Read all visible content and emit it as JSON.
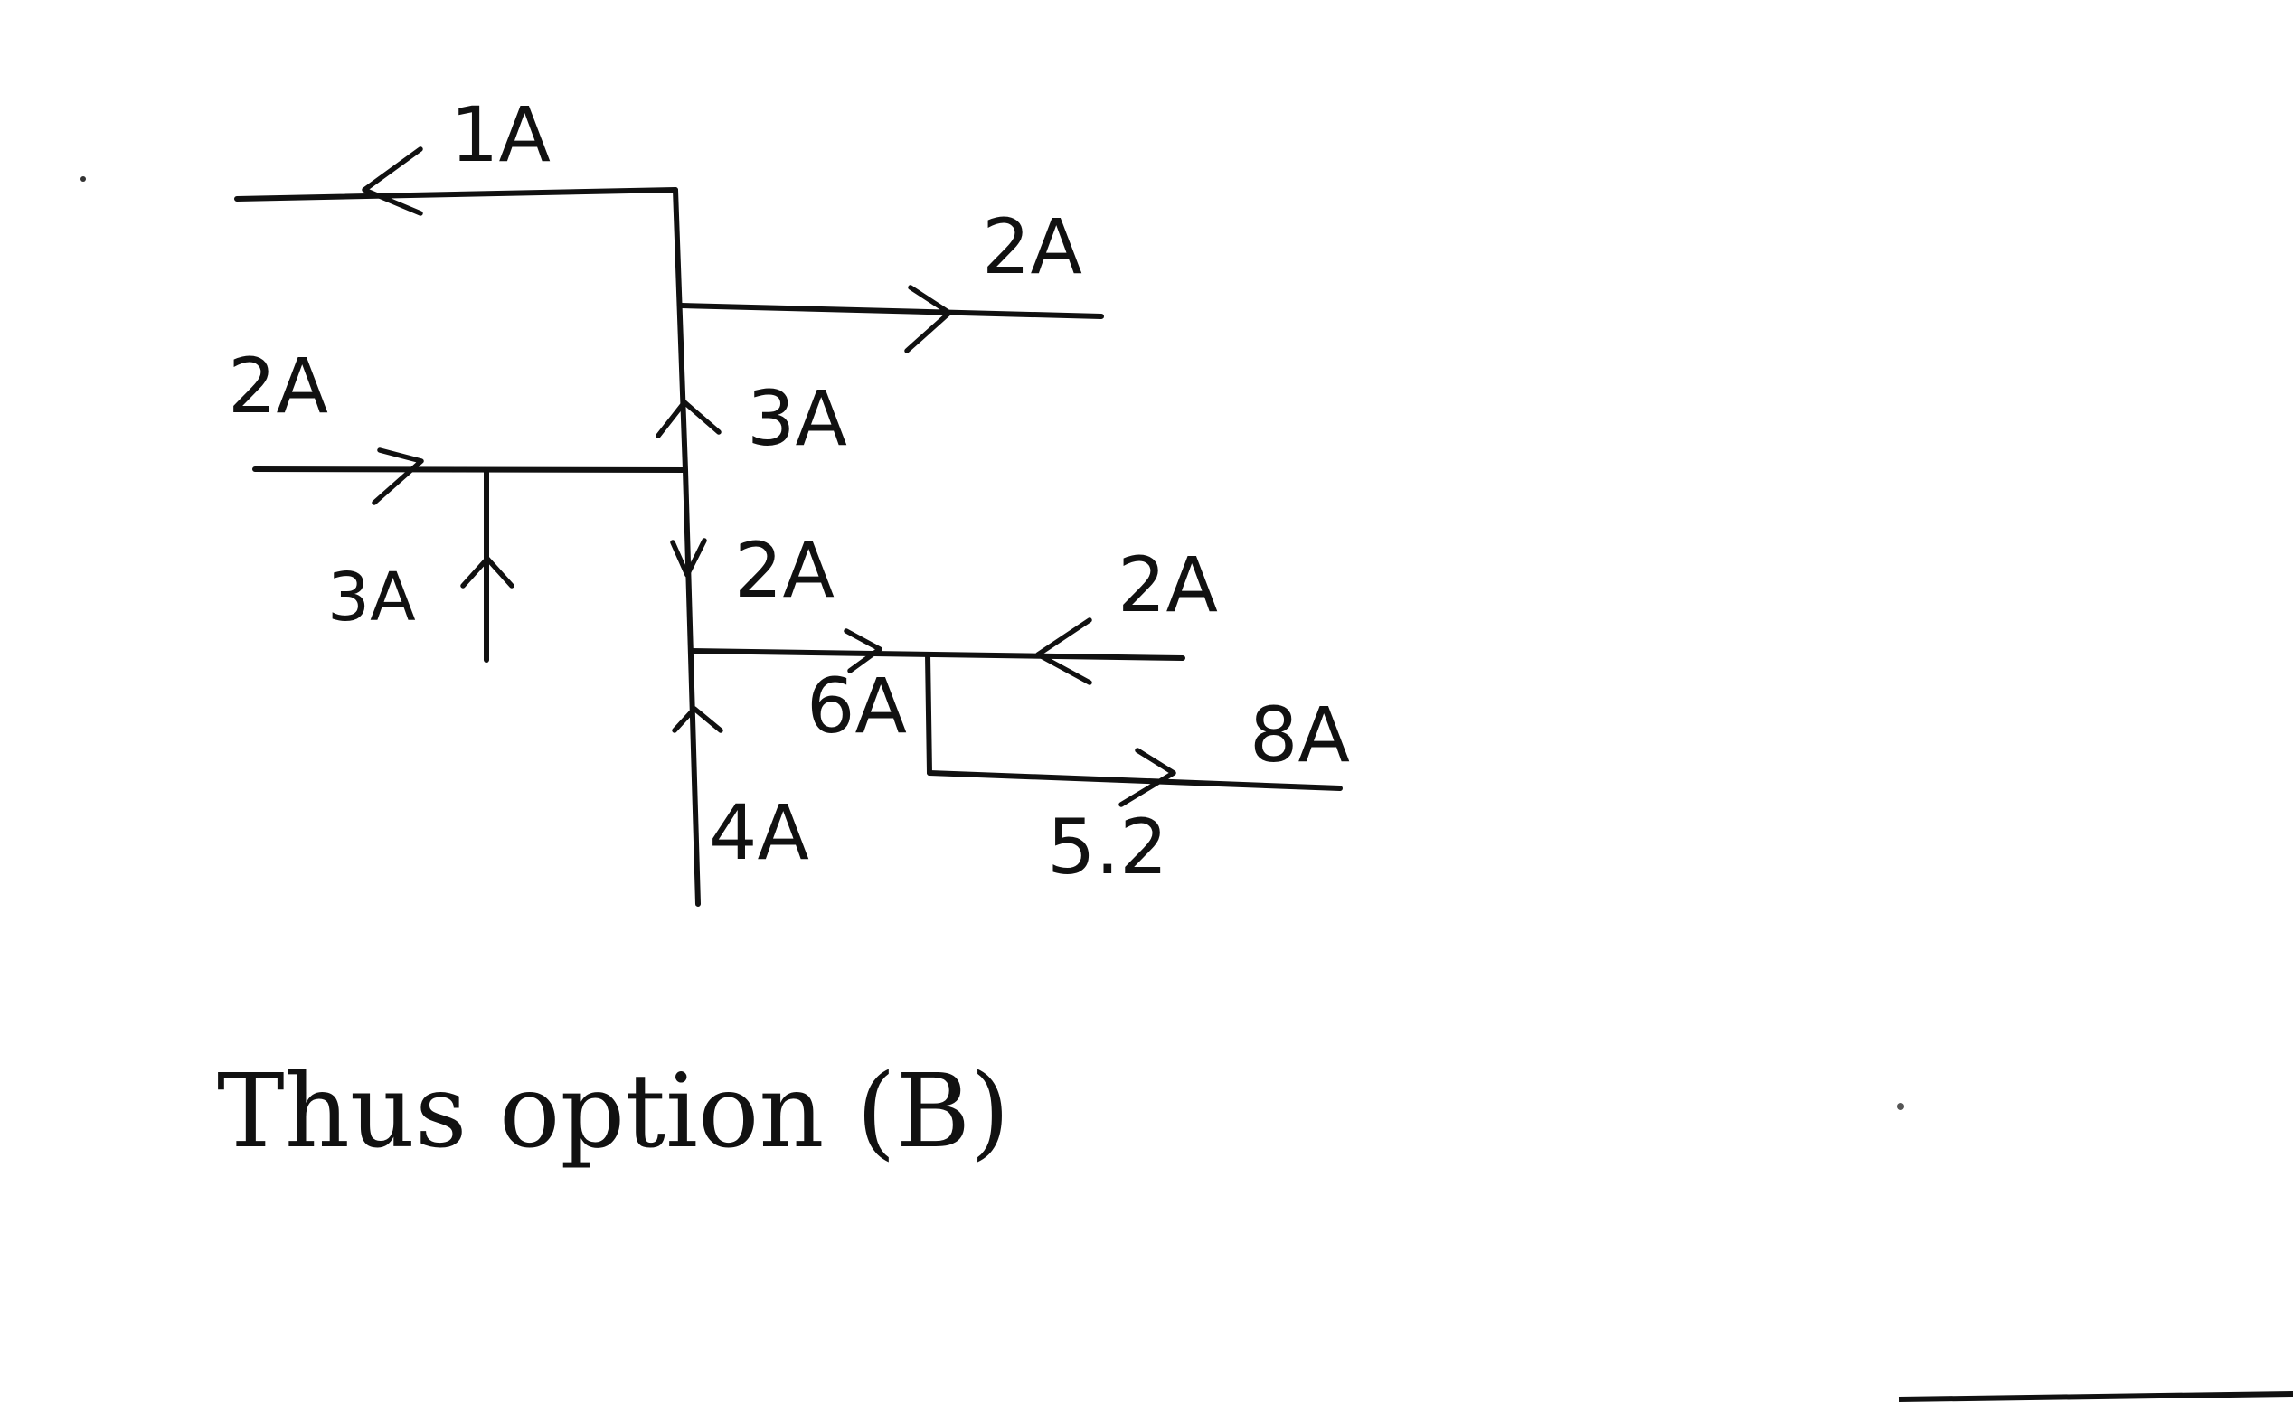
{
  "diagram": {
    "labels": {
      "top_left_current": "1A",
      "top_right_current": "2A",
      "left_input_current": "2A",
      "vertical_up_current": "3A",
      "left_branch_current": "3A",
      "vertical_down_current": "2A",
      "right_incoming_current": "2A",
      "junction_current": "6A",
      "bottom_right_current": "8A",
      "bottom_vertical_current": "4A",
      "bottom_right_note": "5.2"
    },
    "footer_text": "Thus option (B)"
  }
}
